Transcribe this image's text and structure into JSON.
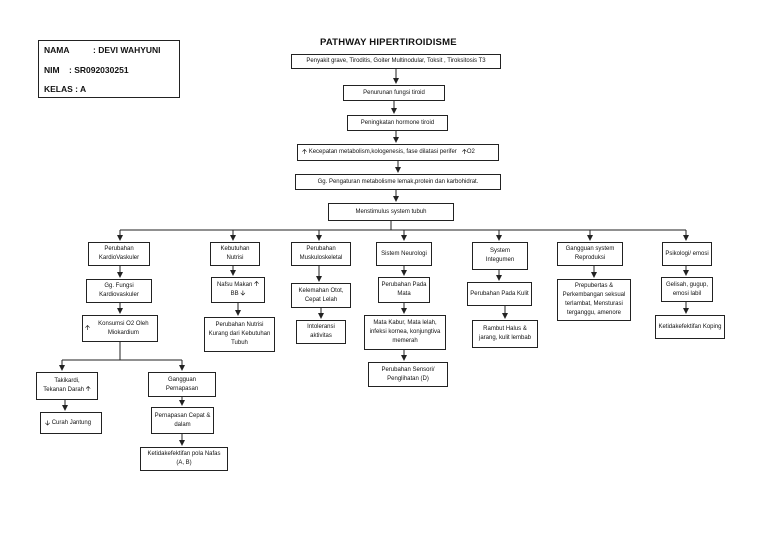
{
  "student": {
    "name_label": "NAMA",
    "name_value": ": DEVI WAHYUNI",
    "nim_label": "NIM",
    "nim_value": ": SR092030251",
    "kelas": "KELAS : A"
  },
  "title": "PATHWAY HIPERTIROIDISME",
  "chain": {
    "causes": "Penyakit grave, Tiroditis, Goiter Multinodular, Toksit , Tiroksitosis T3",
    "step1": "Penurunan fungsi tiroid",
    "step2": "Peningkatan hormone tiroid",
    "step3_prefix": "Kecepatan metabolism,kologenesis, fase dilatasi perifer",
    "step3_suffix": "O2",
    "step4": "Gg. Pengaturan metabolisme lemak,protein dan karbohidrat.",
    "step5": "Menstimulus system tubuh"
  },
  "branches": {
    "kardio": "Perubahan KardioVaskuler",
    "nutrisi": "Kebutuhan Nutrisi",
    "musk": "Perubahan Muskuloskeletal",
    "neuro": "Sistem Neurologi",
    "integ": "System Integumen",
    "repro": "Gangguan system Reproduksi",
    "psiko": "Psikologi/ emosi"
  },
  "kardio": {
    "l2": "Gg. Fungsi Kardiovaskuler",
    "l3": "Konsumsi O2 Oleh Miokardium",
    "taki_line1": "Takikardi,",
    "taki_line2": "Tekanan Darah",
    "curah": "Curah Jantung",
    "napas": "Gangguan Pernapasan",
    "napas_cepat": "Pernapasan Cepat & dalam",
    "pola_napas": "Ketidakefektifan pola Nafas (A, B)"
  },
  "nutrisi": {
    "l2_line1": "Nafsu Makan",
    "l2_line2": "BB",
    "l3": "Perubahan Nutrisi Kurang dari Kebutuhan Tubuh"
  },
  "musk": {
    "l2": "Kelemahan Otot, Cepat Lelah",
    "l3": "Intoleransi aktivitas"
  },
  "neuro": {
    "l2": "Perubahan Pada Mata",
    "l3": "Mata Kabur, Mata lelah, infeksi kornea, konjungtiva memerah",
    "l4": "Perubahan Sensori/ Penglihatan (D)"
  },
  "integ": {
    "l2": "Perubahan Pada Kulit",
    "l3": "Rambut Halus & jarang, kulit lembab"
  },
  "repro": {
    "l2": "Prepubertas & Perkembangan seksual terlambat, Mensturasi terganggu, amenore"
  },
  "psiko": {
    "l2": "Gelisah, gugup, emosi labil",
    "l3": "Ketidakefektifan Koping"
  }
}
